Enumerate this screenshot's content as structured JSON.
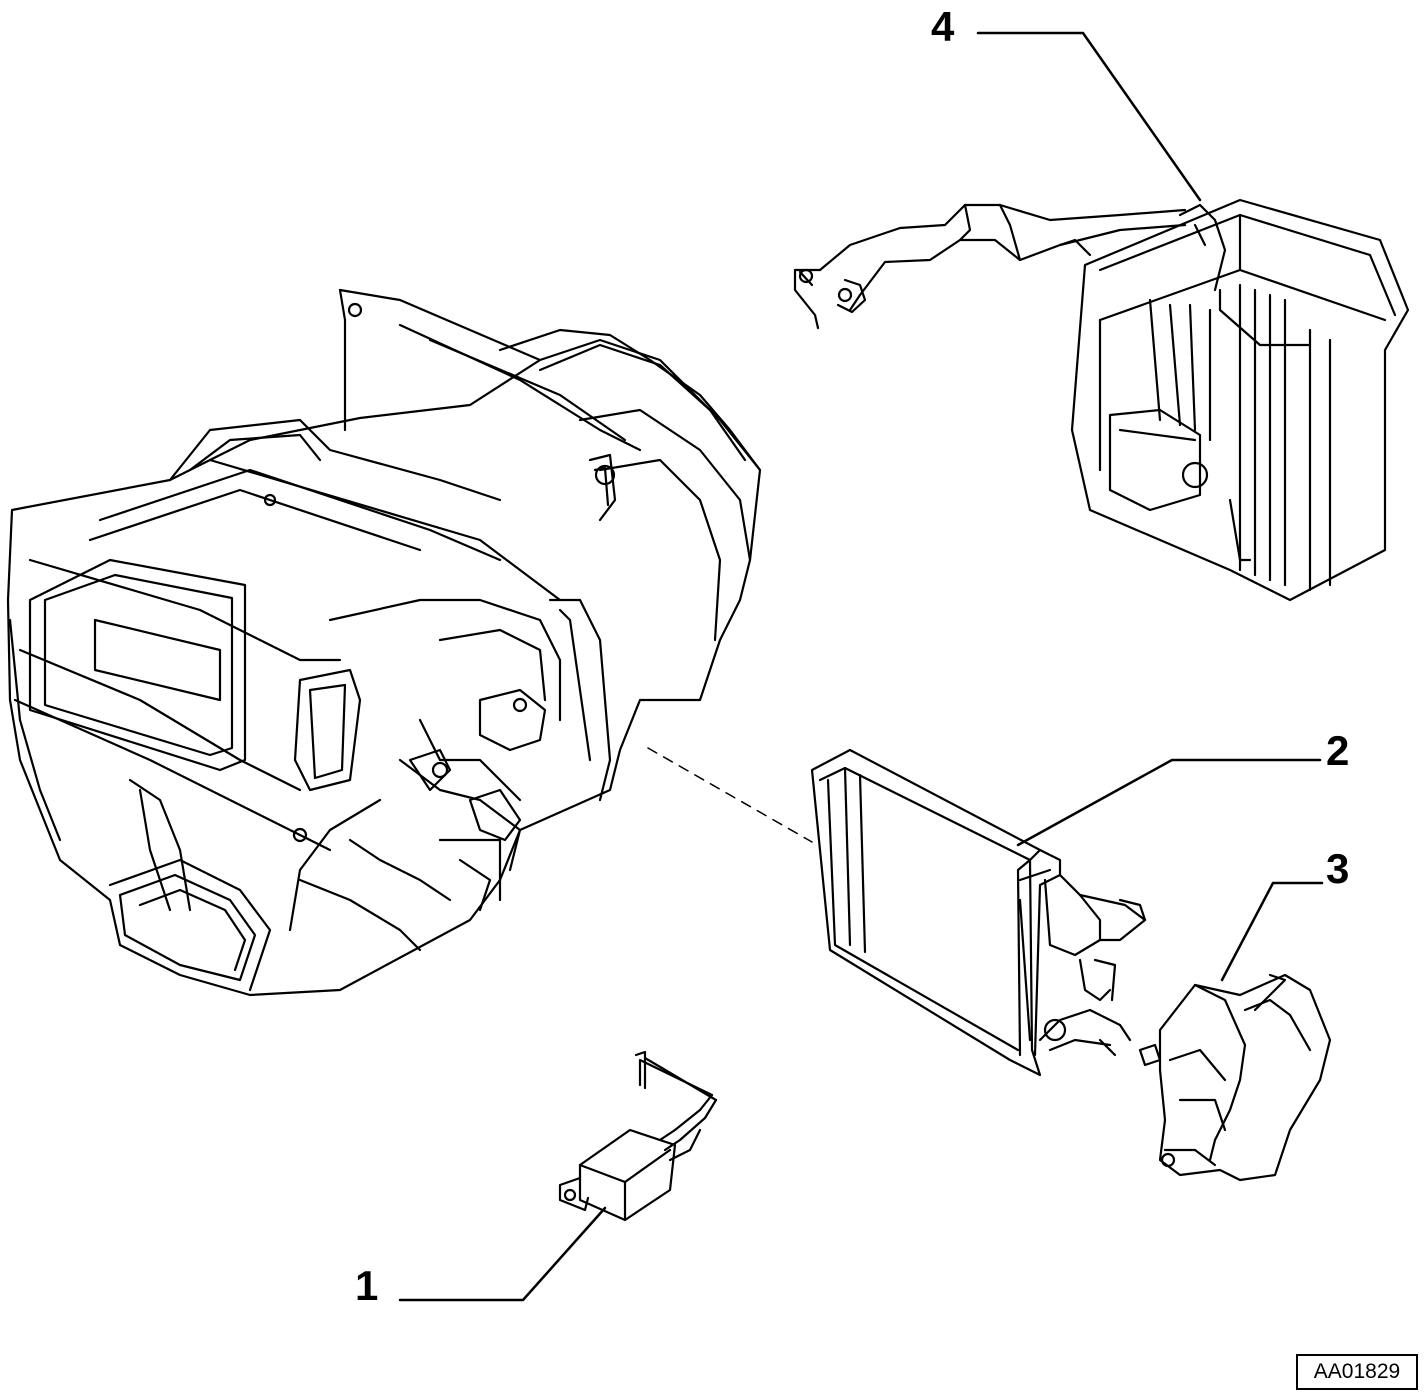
{
  "callouts": [
    {
      "id": "1",
      "label": "1"
    },
    {
      "id": "2",
      "label": "2"
    },
    {
      "id": "3",
      "label": "3"
    },
    {
      "id": "4",
      "label": "4"
    }
  ],
  "reference_code": "AA01829",
  "colors": {
    "line": "#000000",
    "background": "#ffffff"
  }
}
